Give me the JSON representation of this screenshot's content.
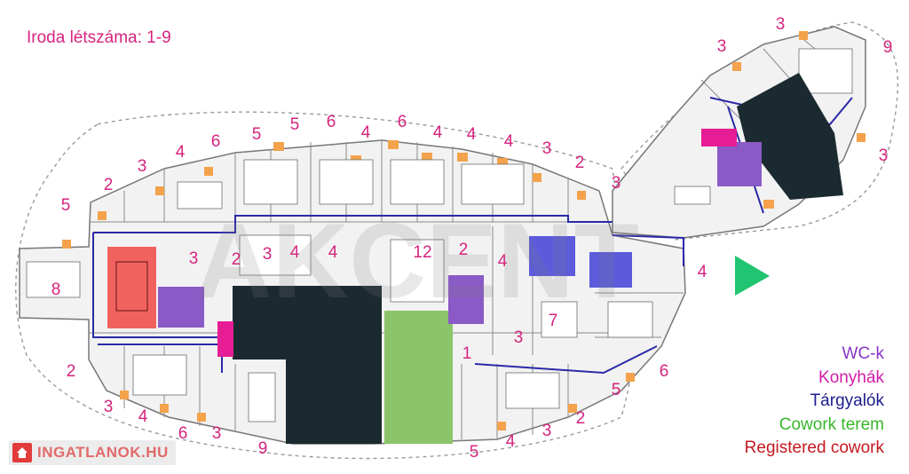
{
  "title": "Iroda létszáma: 1-9",
  "legend": [
    {
      "label": "WC-k",
      "color": "#8a34c9"
    },
    {
      "label": "Konyhák",
      "color": "#d11da8"
    },
    {
      "label": "Tárgyalók",
      "color": "#1c1c8c"
    },
    {
      "label": "Cowork terem",
      "color": "#38b72b"
    },
    {
      "label": "Registered cowork",
      "color": "#c3191f"
    }
  ],
  "logo": "INGATLANOK.HU",
  "watermark": "AKCENT",
  "office_counts": [
    "8",
    "5",
    "2",
    "3",
    "4",
    "6",
    "5",
    "5",
    "6",
    "4",
    "6",
    "4",
    "4",
    "4",
    "3",
    "2",
    "3",
    "3",
    "3",
    "9",
    "3",
    "3",
    "2",
    "3",
    "4",
    "4",
    "12",
    "2",
    "4",
    "7",
    "3",
    "4",
    "1",
    "2",
    "3",
    "4",
    "6",
    "3",
    "9",
    "5",
    "4",
    "3",
    "2",
    "5",
    "6"
  ]
}
